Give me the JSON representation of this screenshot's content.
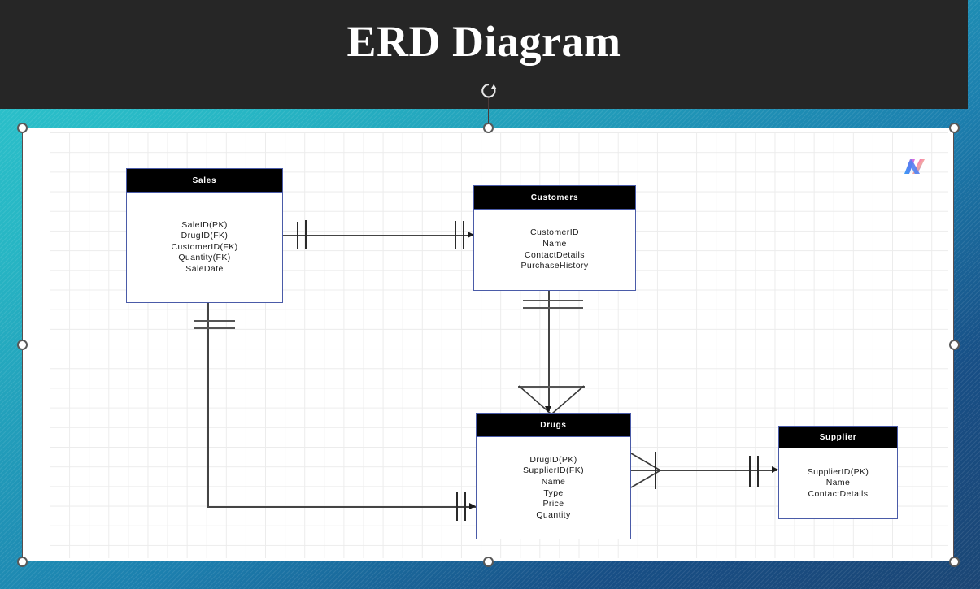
{
  "slide": {
    "title": "ERD Diagram",
    "background_gradient_from": "#2ec6cd",
    "background_gradient_to": "#1b4675",
    "title_band_color": "#262626",
    "title_color": "#ffffff"
  },
  "canvas": {
    "background": "#ffffff",
    "grid_color": "#ececec",
    "border_color": "#5a4d4d",
    "logo_name": "gradient-n-logo"
  },
  "selection": {
    "rotate_handle_name": "rotate-handle",
    "handle_color": "#ffffff",
    "handle_border": "#595959"
  },
  "erd": {
    "entity_header_bg": "#000000",
    "entity_border": "#4a5ba8",
    "entities": [
      {
        "id": "sales",
        "title": "Sales",
        "fields": [
          "SaleID(PK)",
          "DrugID(FK)",
          "CustomerID(FK)",
          "Quantity(FK)",
          "SaleDate"
        ]
      },
      {
        "id": "customers",
        "title": "Customers",
        "fields": [
          "CustomerID",
          "Name",
          "ContactDetails",
          "PurchaseHistory"
        ]
      },
      {
        "id": "drugs",
        "title": "Drugs",
        "fields": [
          "DrugID(PK)",
          "SupplierID(FK)",
          "Name",
          "Type",
          "Price",
          "Quantity"
        ]
      },
      {
        "id": "supplier",
        "title": "Supplier",
        "fields": [
          "SupplierID(PK)",
          "Name",
          "ContactDetails"
        ]
      }
    ],
    "relationships": [
      {
        "id": "sales-customers",
        "from": "Sales",
        "to": "Customers",
        "from_card": "one",
        "to_card": "one"
      },
      {
        "id": "customers-drugs",
        "from": "Customers",
        "to": "Drugs",
        "from_card": "one",
        "to_card": "many"
      },
      {
        "id": "sales-drugs",
        "from": "Sales",
        "to": "Drugs",
        "from_card": "one",
        "to_card": "one"
      },
      {
        "id": "drugs-supplier",
        "from": "Drugs",
        "to": "Supplier",
        "from_card": "many",
        "to_card": "one"
      }
    ]
  }
}
